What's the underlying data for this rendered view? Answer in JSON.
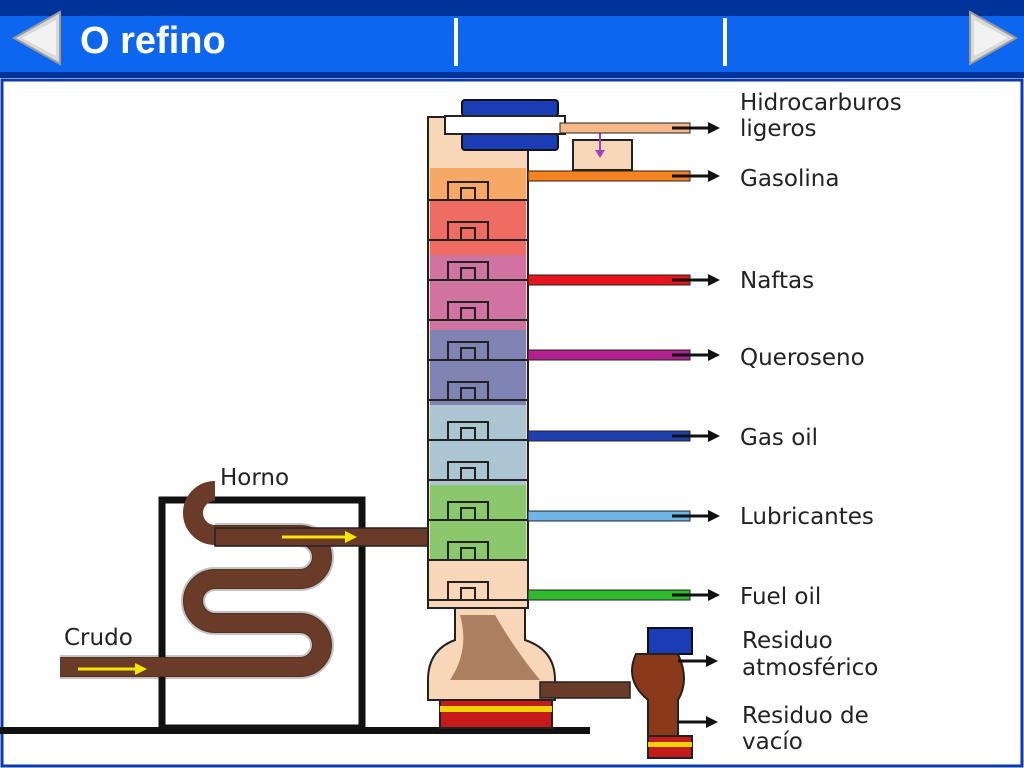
{
  "header": {
    "title": "O refino",
    "prev_icon": "triangle-left-icon",
    "next_icon": "triangle-right-icon"
  },
  "diagram": {
    "products": [
      {
        "lines": [
          "Hidrocarburos",
          "ligeros"
        ],
        "color": "#f7b98a"
      },
      {
        "lines": [
          "Gasolina"
        ],
        "color": "#f5821f"
      },
      {
        "lines": [
          "Naftas"
        ],
        "color": "#e8141b"
      },
      {
        "lines": [
          "Queroseno"
        ],
        "color": "#b0208e"
      },
      {
        "lines": [
          "Gas oil"
        ],
        "color": "#1e3fae"
      },
      {
        "lines": [
          "Lubricantes"
        ],
        "color": "#6cb6e8"
      },
      {
        "lines": [
          "Fuel oil"
        ],
        "color": "#2fba2f"
      }
    ],
    "residues": [
      {
        "lines": [
          "Residuo",
          "atmosférico"
        ]
      },
      {
        "lines": [
          "Residuo de",
          "vacío"
        ]
      }
    ],
    "furnace_label": "Horno",
    "crude_label": "Crudo",
    "colors": {
      "header_blue": "#0c66f0",
      "header_dark": "#003399",
      "pipe_brown": "#6b3b2a",
      "column_fill": "#f8d7b8",
      "condenser": "#1a3db5",
      "arrow_yellow": "#f6e600"
    }
  }
}
